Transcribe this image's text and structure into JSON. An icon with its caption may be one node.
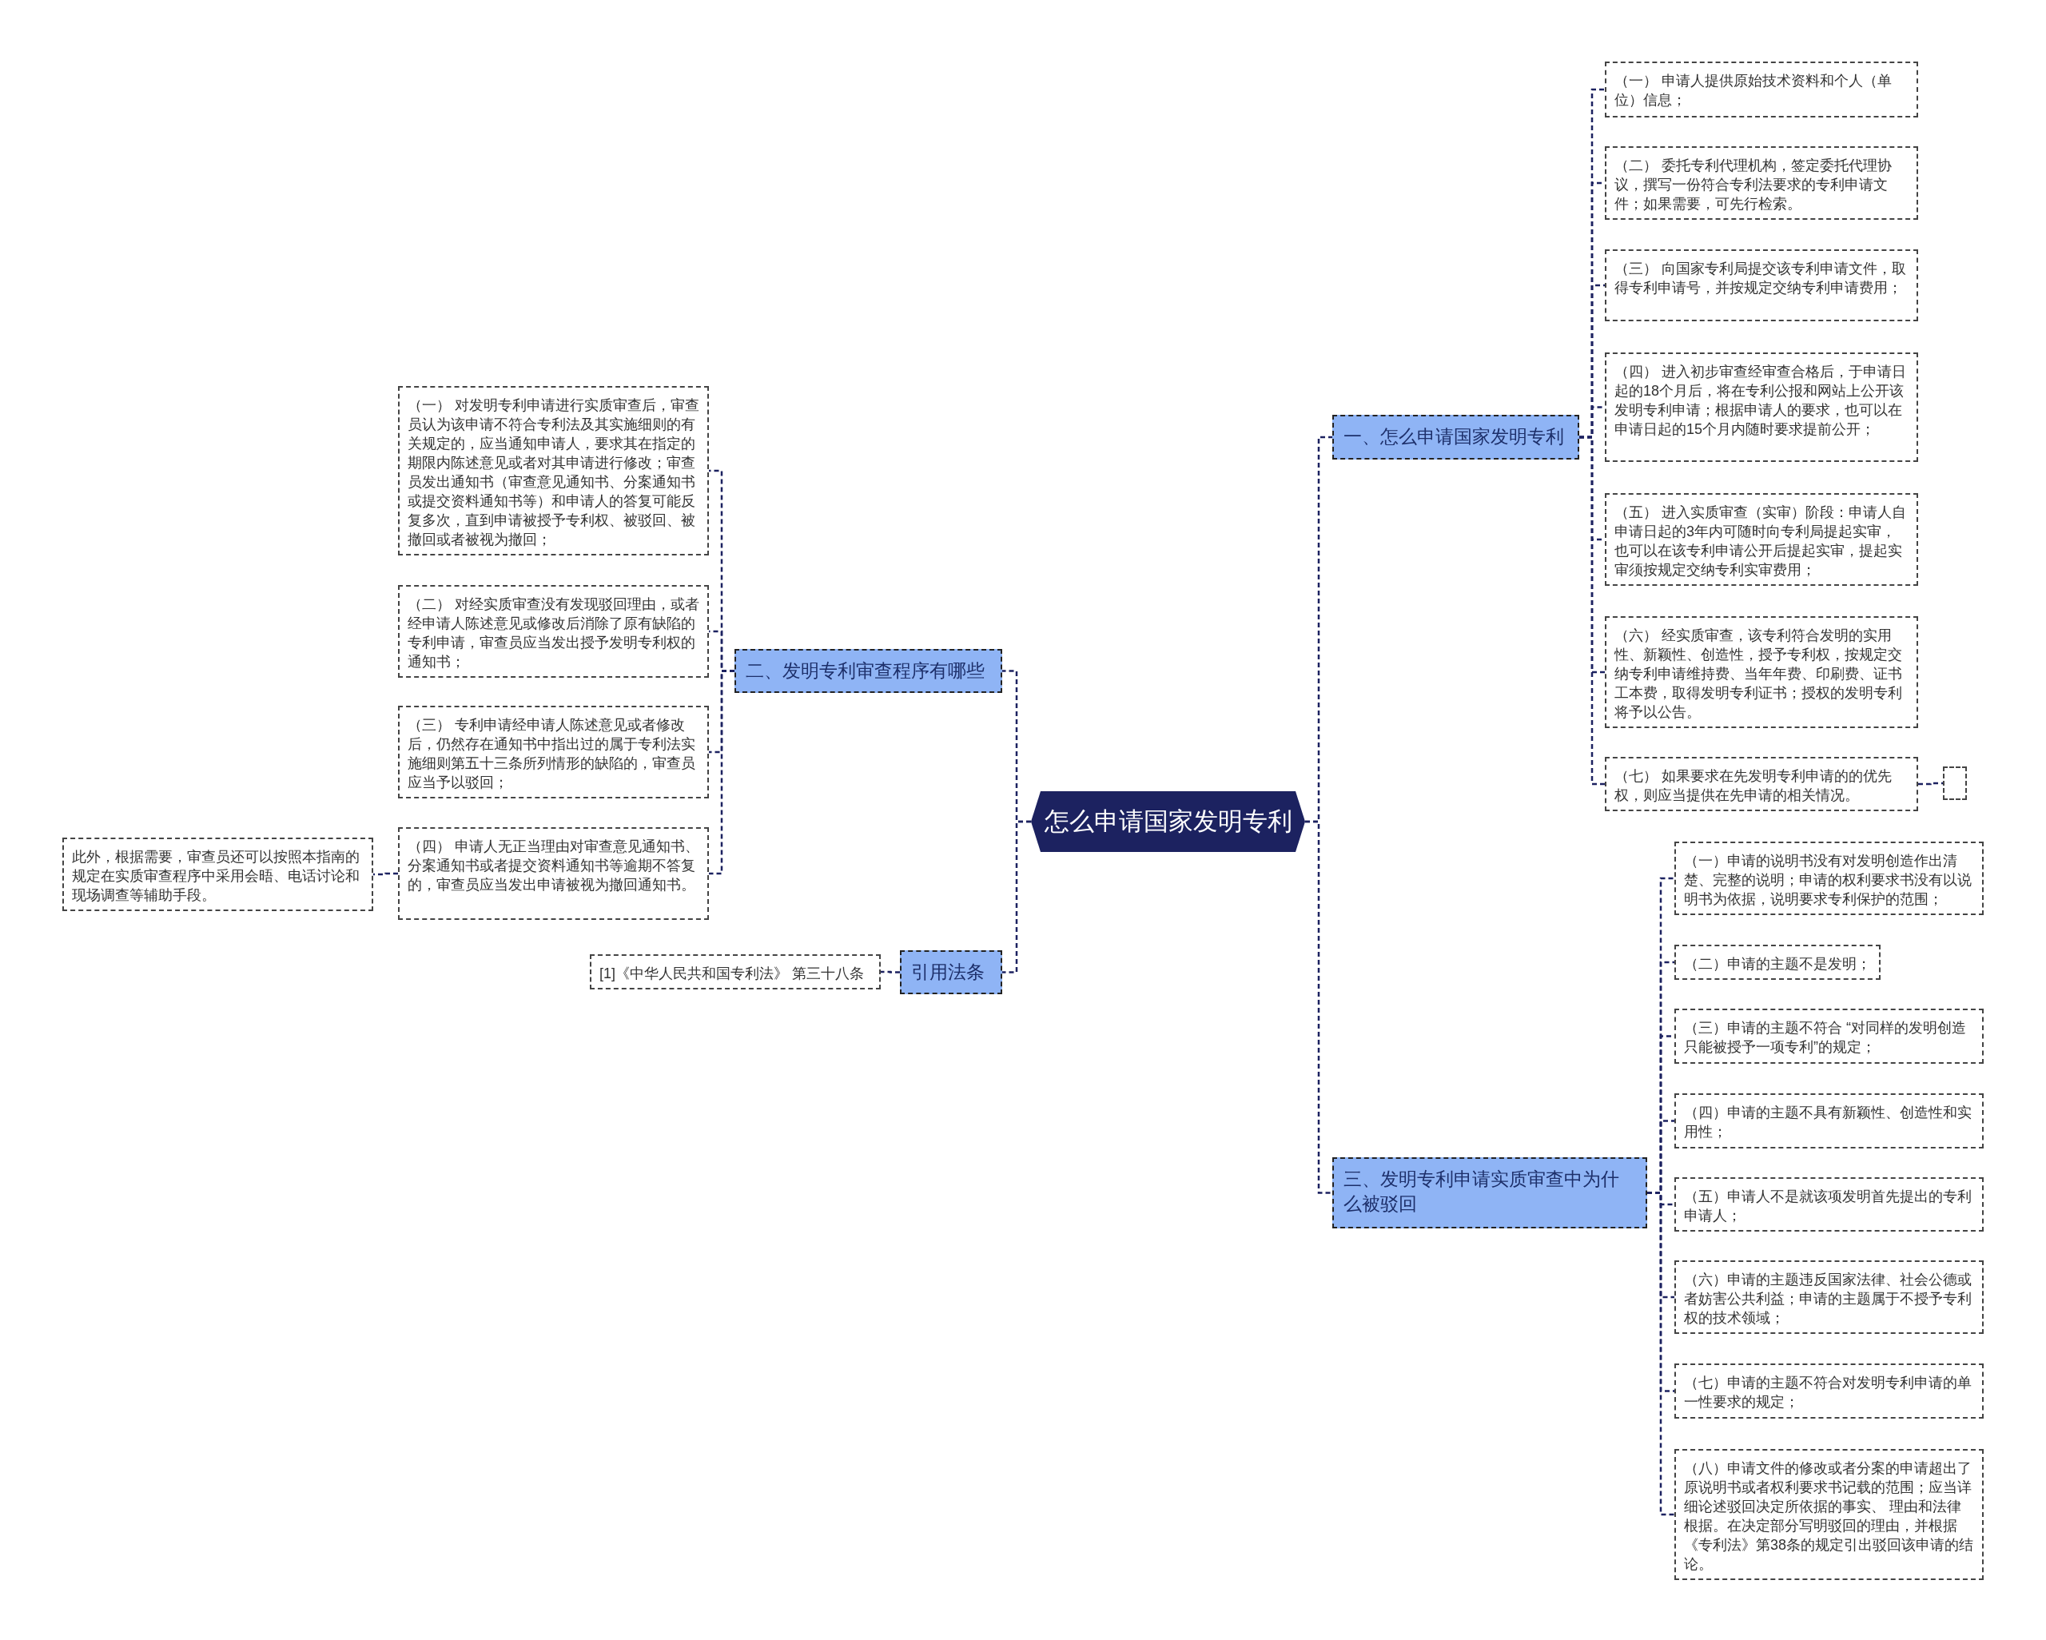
{
  "diagram": {
    "nodes": [
      {
        "text": [
          "怎么申请国家发明专利"
        ]
      },
      {
        "text": [
          "一、怎么申请国家发明专利"
        ]
      },
      {
        "text": [
          "（一） 申请人提供原始技术资料和个人（单位）信息；"
        ]
      },
      {
        "text": [
          "（二） 委托专利代理机构，签定委托代理协议，撰写一份符合专利法要求的专利申请文件；如果需要，可先行检索。"
        ]
      },
      {
        "text": [
          "（三） 向国家专利局提交该专利申请文件，取得专利申请号，并按规定交纳专利申请费用；"
        ]
      },
      {
        "text": [
          "（四） 进入初步审查经审查合格后，于申请日起的18个月后，将在专利公报和网站上公开该发明专利申请；根据申请人的要求，也可以在申请日起的15个月内随时要求提前公开；"
        ]
      },
      {
        "text": [
          "（五） 进入实质审查（实审）阶段：申请人自申请日起的3年内可随时向专利局提起实审，也可以在该专利申请公开后提起实审，提起实审须按规定交纳专利实审费用；"
        ]
      },
      {
        "text": [
          "（六） 经实质审查，该专利符合发明的实用性、新颖性、创造性，授予专利权，按规定交纳专利申请维持费、当年年费、印刷费、证书工本费，取得发明专利证书；授权的发明专利将予以公告。"
        ]
      },
      {
        "text": [
          "（七） 如果要求在先发明专利申请的的优先权，则应当提供在先申请的相关情况。"
        ]
      },
      {
        "text": [],
        "shape": "box"
      },
      {
        "text": [
          "二、发明专利审查程序有哪些"
        ]
      },
      {
        "text": [
          "（一） 对发明专利申请进行实质审查后，审查员认为该申请不符合专利法及其实施细则的有关规定的，应当通知申请人，要求其在指定的期限内陈述意见或者对其申请进行修改；审查员发出通知书（审查意见通知书、分案通知书或提交资料通知书等）和申请人的答复可能反复多次，直到申请被授予专利权、被驳回、被撤回或者被视为撤回；"
        ]
      },
      {
        "text": [
          "（二） 对经实质审查没有发现驳回理由，或者经申请人陈述意见或修改后消除了原有缺陷的专利申请，审查员应当发出授予发明专利权的通知书；"
        ]
      },
      {
        "text": [
          "（三） 专利申请经申请人陈述意见或者修改后，仍然存在通知书中指出过的属于专利法实施细则第五十三条所列情形的缺陷的，审查员应当予以驳回；"
        ]
      },
      {
        "text": [
          "（四） 申请人无正当理由对审查意见通知书、分案通知书或者提交资料通知书等逾期不答复的，审查员应当发出申请被视为撤回通知书。"
        ]
      },
      {
        "text": [
          "此外，根据需要，审查员还可以按照本指南的规定在实质审查程序中采用会晤、电话讨论和现场调查等辅助手段。"
        ]
      },
      {
        "text": [
          "引用法条"
        ]
      },
      {
        "text": [
          "[1]《中华人民共和国专利法》 第三十八条"
        ]
      },
      {
        "text": [
          "三、发明专利申请实质审查中为什么被驳回"
        ]
      },
      {
        "text": [
          "（一）申请的说明书没有对发明创造作出清楚、完整的说明；申请的权利要求书没有以说明书为依据，说明要求专利保护的范围；"
        ]
      },
      {
        "text": [
          "（二）申请的主题不是发明；"
        ]
      },
      {
        "text": [
          "（三）申请的主题不符合 “对同样的发明创造只能被授予一项专利”的规定；"
        ]
      },
      {
        "text": [
          "（四）申请的主题不具有新颖性、创造性和实用性；"
        ]
      },
      {
        "text": [
          "（五）申请人不是就该项发明首先提出的专利申请人；"
        ]
      },
      {
        "text": [
          "（六）申请的主题违反国家法律、社会公德或者妨害公共利益；申请的主题属于不授予专利权的技术领域；"
        ]
      },
      {
        "text": [
          "（七）申请的主题不符合对发明专利申请的单一性要求的规定；"
        ]
      },
      {
        "text": [
          "（八）申请文件的修改或者分案的申请超出了原说明书或者权利要求书记载的范围；应当详细论述驳回决定所依据的事实、 理由和法律根据。在决定部分写明驳回的理由，并根据《专利法》第38条的规定引出驳回该申请的结论。"
        ]
      }
    ],
    "edges": [
      {
        "from": 0,
        "to": 1,
        "arrow": "none"
      },
      {
        "from": 1,
        "to": 2,
        "arrow": "none"
      },
      {
        "from": 1,
        "to": 3,
        "arrow": "none"
      },
      {
        "from": 1,
        "to": 4,
        "arrow": "none"
      },
      {
        "from": 1,
        "to": 5,
        "arrow": "none"
      },
      {
        "from": 1,
        "to": 6,
        "arrow": "none"
      },
      {
        "from": 1,
        "to": 7,
        "arrow": "none"
      },
      {
        "from": 1,
        "to": 8,
        "arrow": "none"
      },
      {
        "from": 8,
        "to": 9,
        "arrow": "none"
      },
      {
        "from": 0,
        "to": 10,
        "arrow": "none"
      },
      {
        "from": 10,
        "to": 11,
        "arrow": "none"
      },
      {
        "from": 10,
        "to": 12,
        "arrow": "none"
      },
      {
        "from": 10,
        "to": 13,
        "arrow": "none"
      },
      {
        "from": 10,
        "to": 14,
        "arrow": "none"
      },
      {
        "from": 14,
        "to": 15,
        "arrow": "none"
      },
      {
        "from": 0,
        "to": 16,
        "arrow": "none"
      },
      {
        "from": 16,
        "to": 17,
        "arrow": "none"
      },
      {
        "from": 0,
        "to": 18,
        "arrow": "none"
      },
      {
        "from": 18,
        "to": 19,
        "arrow": "none"
      },
      {
        "from": 18,
        "to": 20,
        "arrow": "none"
      },
      {
        "from": 18,
        "to": 21,
        "arrow": "none"
      },
      {
        "from": 18,
        "to": 22,
        "arrow": "none"
      },
      {
        "from": 18,
        "to": 23,
        "arrow": "none"
      },
      {
        "from": 18,
        "to": 24,
        "arrow": "none"
      },
      {
        "from": 18,
        "to": 25,
        "arrow": "none"
      },
      {
        "from": 18,
        "to": 26,
        "arrow": "none"
      }
    ]
  }
}
